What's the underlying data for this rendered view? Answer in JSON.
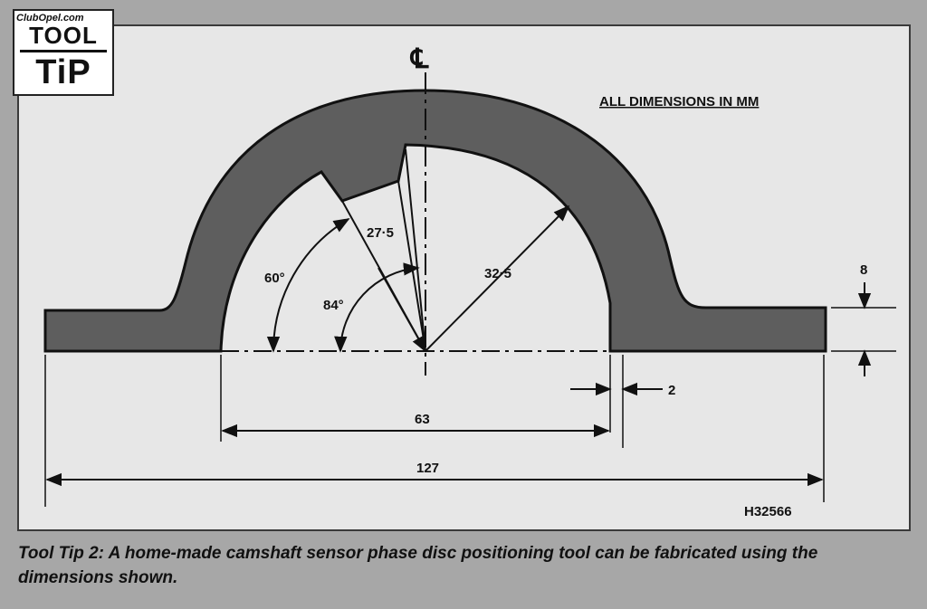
{
  "logo": {
    "watermark": "ClubOpel.com",
    "line1": "TOOL",
    "line2": "TiP"
  },
  "diagram": {
    "note": "ALL DIMENSIONS IN MM",
    "centerline_symbol": "℄",
    "dim_slot_radius": "27·5",
    "dim_outer_radius": "32·5",
    "angle_60": "60°",
    "angle_84": "84°",
    "dim_thickness": "8",
    "dim_gap": "2",
    "dim_inner_width": "63",
    "dim_overall_width": "127",
    "figure_id": "H32566"
  },
  "caption": "Tool Tip 2:  A home-made camshaft sensor phase disc positioning tool can be fabricated using the dimensions shown.",
  "colors": {
    "part_fill": "#5e5e5e",
    "panel_bg": "#e7e7e7",
    "frame_bg": "#a7a7a7",
    "ink": "#111111"
  }
}
